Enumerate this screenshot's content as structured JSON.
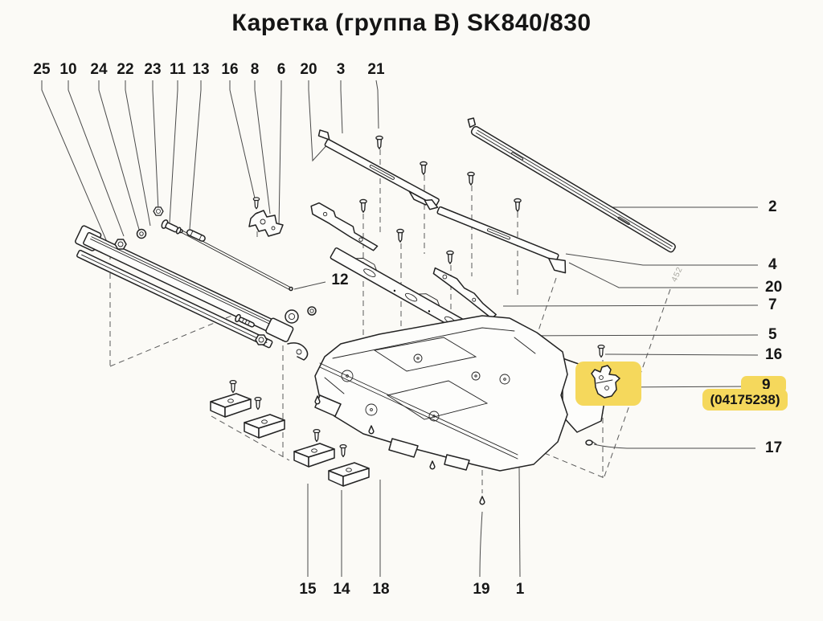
{
  "title": "Каретка (группа B) SK840/830",
  "highlight": {
    "color": "#F5D85C",
    "callout": "9",
    "part_number": "(04175238)"
  },
  "callouts": {
    "top": [
      {
        "label": "25"
      },
      {
        "label": "10"
      },
      {
        "label": "24"
      },
      {
        "label": "22"
      },
      {
        "label": "23"
      },
      {
        "label": "11"
      },
      {
        "label": "13"
      },
      {
        "label": "16"
      },
      {
        "label": "8"
      },
      {
        "label": "6"
      },
      {
        "label": "20"
      },
      {
        "label": "3"
      },
      {
        "label": "21"
      }
    ],
    "right": [
      {
        "label": "2"
      },
      {
        "label": "4"
      },
      {
        "label": "20"
      },
      {
        "label": "7"
      },
      {
        "label": "5"
      },
      {
        "label": "16"
      },
      {
        "label": "9"
      },
      {
        "label": "17"
      }
    ],
    "bottom": [
      {
        "label": "15"
      },
      {
        "label": "14"
      },
      {
        "label": "18"
      },
      {
        "label": "19"
      },
      {
        "label": "1"
      }
    ],
    "middle": [
      {
        "label": "12"
      }
    ]
  },
  "scan_mark": "452"
}
